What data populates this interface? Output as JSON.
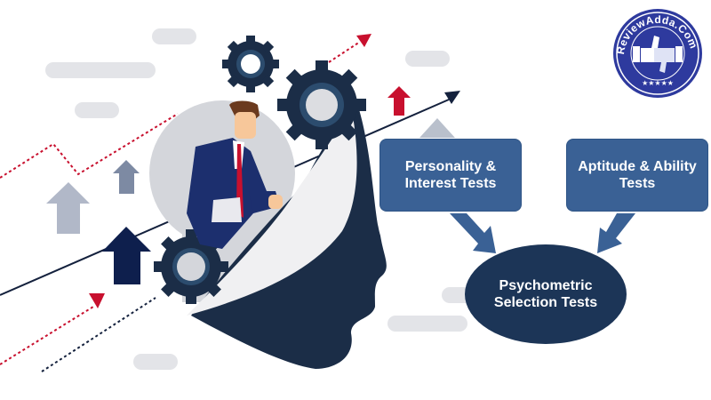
{
  "diagram": {
    "title": "Psychometric Selection Tests",
    "nodes": [
      {
        "id": "personality",
        "label_line1": "Personality &",
        "label_line2": "Interest Tests"
      },
      {
        "id": "aptitude",
        "label_line1": "Aptitude & Ability",
        "label_line2": "Tests"
      },
      {
        "id": "psychometric",
        "label_line1": "Psychometric",
        "label_line2": "Selection Tests"
      }
    ],
    "edges": [
      {
        "from": "personality",
        "to": "psychometric"
      },
      {
        "from": "aptitude",
        "to": "psychometric"
      }
    ]
  },
  "logo": {
    "text": "ReviewAdda.Com",
    "stars": "★★★★★",
    "icon": "handshake-thumbs-icon"
  },
  "colors": {
    "box_blue": "#3a6195",
    "ellipse_navy": "#1c3557",
    "head_navy": "#1b2d47",
    "accent_red": "#c8102e",
    "logo_blue": "#2e3a9e",
    "pill_gray": "#e3e4e8"
  }
}
